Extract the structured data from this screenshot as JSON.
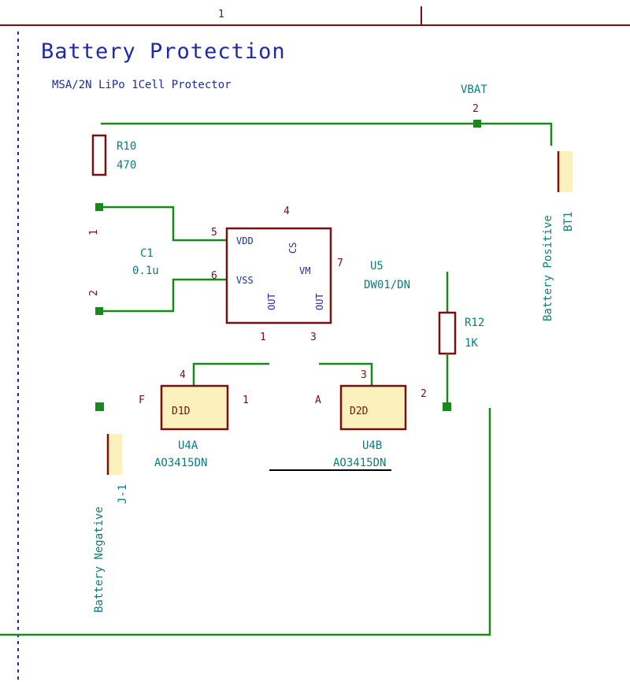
{
  "sheet": {
    "title": "Battery Protection",
    "subtitle": "MSA/2N LiPo 1Cell Protector",
    "colors": {
      "wire": "#178a17",
      "component": "#7a0f0f",
      "component_fill": "#fbf1bc",
      "reference": "#0a7e7e",
      "text": "#1e2aa8"
    }
  },
  "components": {
    "r10": {
      "ref": "R10",
      "value": "470"
    },
    "c1": {
      "ref": "C1",
      "value": "0.1u",
      "pin_a": "1",
      "pin_b": "2"
    },
    "u5": {
      "ref": "U5",
      "value": "DW01/DN",
      "pins": {
        "vdd": "5",
        "vss": "6",
        "top": "4",
        "right": "7",
        "bottom_left": "1",
        "bottom_right": "3"
      },
      "pin_names": {
        "vdd": "VDD",
        "vss": "VSS",
        "cs": "CS",
        "vm": "VM",
        "od": "OUT",
        "oc": "OUT"
      }
    },
    "r12": {
      "ref": "R12",
      "value": "1K"
    },
    "q1a": {
      "ref": "U4A",
      "value": "AO3415DN",
      "body": "D1D",
      "pin_left": "F",
      "pin_right": "1",
      "pin_top": "4"
    },
    "q1b": {
      "ref": "U4B",
      "value": "AO3415DN",
      "body": "D2D",
      "pin_left": "A",
      "pin_right": "2",
      "pin_top": "3"
    },
    "bt_pos": {
      "name": "Battery Positive",
      "ref": "BT1"
    },
    "bt_neg": {
      "name": "Battery Negative",
      "ref": "J-1"
    },
    "net_vbat": {
      "label": "VBAT",
      "pin": "2"
    }
  },
  "top_marker": "1"
}
